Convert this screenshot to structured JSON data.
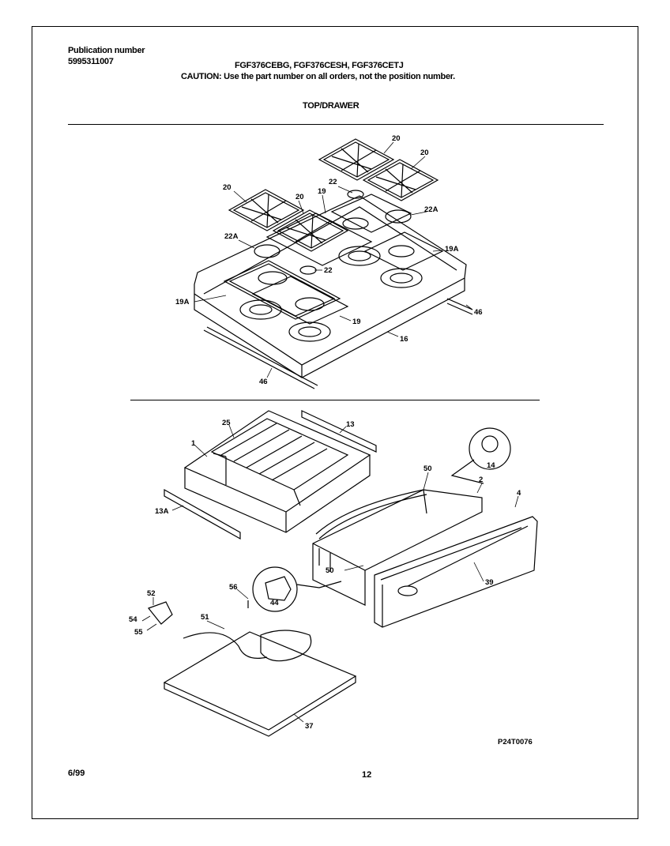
{
  "header": {
    "pub_label": "Publication number",
    "pub_number": "5995311007",
    "models": "FGF376CEBG, FGF376CESH, FGF376CETJ",
    "caution": "CAUTION:  Use the part number on all orders, not the position number.",
    "section_title": "TOP/DRAWER"
  },
  "top_callouts": {
    "c20a": "20",
    "c20b": "20",
    "c20c": "20",
    "c20d": "20",
    "c19a": "19",
    "c19b": "19",
    "c22a": "22",
    "c22b": "22",
    "c22Aa": "22A",
    "c22Ab": "22A",
    "c19Aa": "19A",
    "c19Ab": "19A",
    "c46a": "46",
    "c46b": "46",
    "c16": "16"
  },
  "drawer_callouts": {
    "c1": "1",
    "c25": "25",
    "c13": "13",
    "c13A": "13A",
    "c14": "14",
    "c2": "2",
    "c4": "4",
    "c50a": "50",
    "c50b": "50",
    "c39": "39",
    "c56": "56",
    "c44": "44",
    "c52": "52",
    "c54": "54",
    "c55": "55",
    "c51": "51",
    "c37": "37"
  },
  "footer": {
    "diagram_code": "P24T0076",
    "date": "6/99",
    "page_number": "12"
  }
}
